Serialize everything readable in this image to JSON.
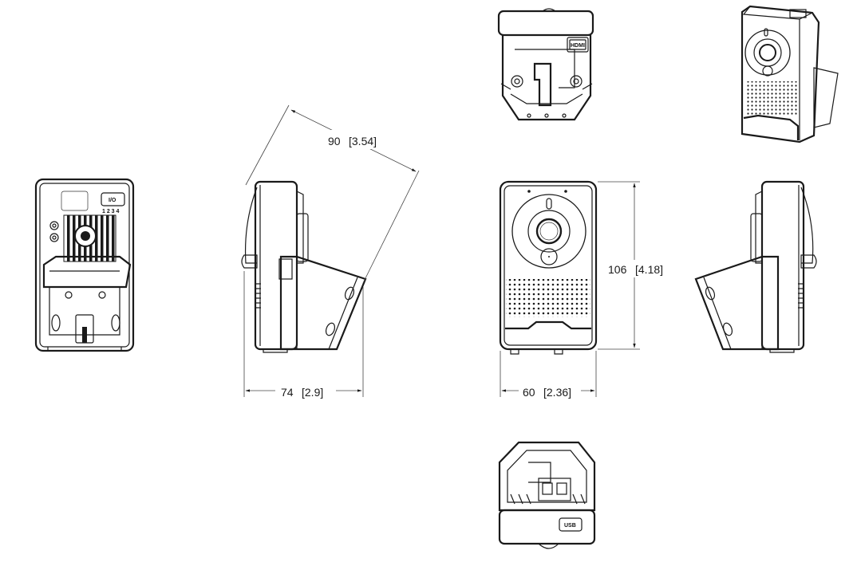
{
  "diagram": {
    "dimensions": {
      "diagonal": {
        "value": "90",
        "inch": "[3.54]"
      },
      "depth": {
        "value": "74",
        "inch": "[2.9]"
      },
      "width": {
        "value": "60",
        "inch": "[2.36]"
      },
      "height": {
        "value": "106",
        "inch": "[4.18]"
      }
    },
    "labels": {
      "io": "I/O",
      "pins": "1 2 3 4",
      "hdmi": "HDMI",
      "usb": "USB"
    },
    "views": [
      "rear-view",
      "left-side-view",
      "top-view",
      "front-view",
      "right-side-view",
      "bottom-view",
      "iso-view"
    ]
  }
}
